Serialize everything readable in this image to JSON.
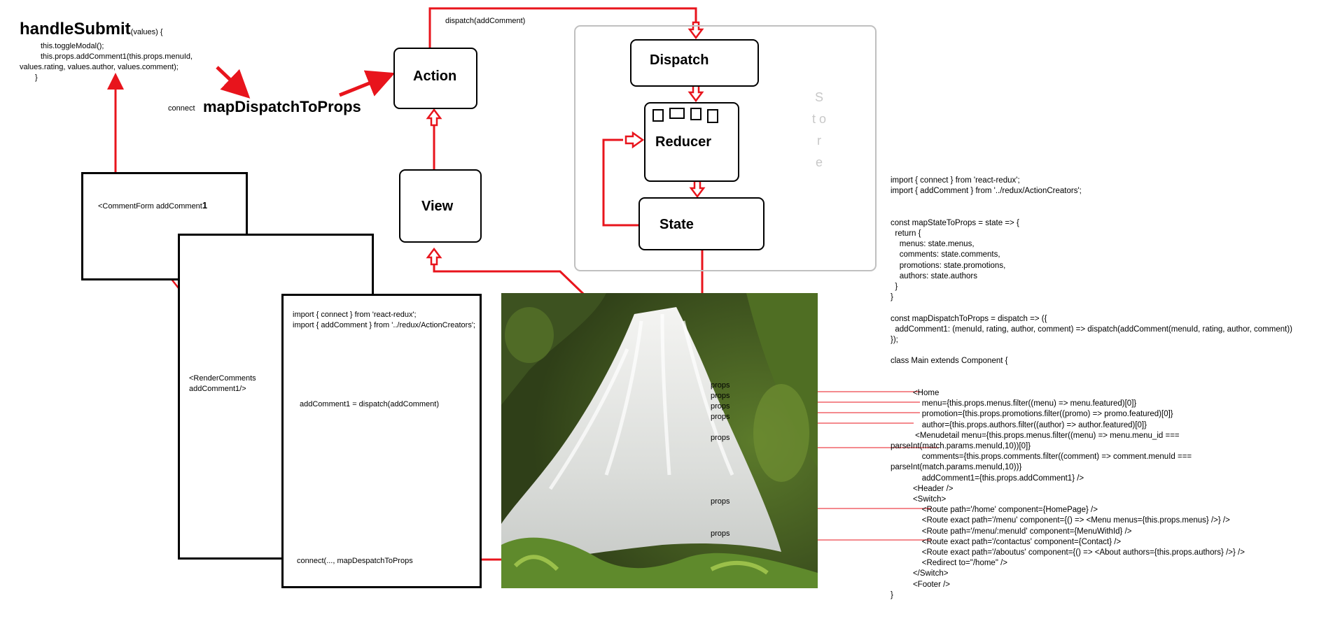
{
  "handle_submit": {
    "title": "handleSubmit",
    "args": "(values) {",
    "lines": [
      "this.toggleModal();",
      "this.props.addComment1(this.props.menuId,",
      "values.rating, values.author, values.comment);",
      "}"
    ]
  },
  "connect_small": "connect",
  "map_dispatch_label": "mapDispatchToProps",
  "dispatch_add_comment": "dispatch(addComment)",
  "nodes": {
    "action": "Action",
    "view": "View",
    "dispatch": "Dispatch",
    "reducer": "Reducer",
    "state": "State"
  },
  "store_label": "S t o r e",
  "comment_form": {
    "text": "<CommentForm addComment",
    "suffix": "1"
  },
  "render_comments": {
    "line1": "<RenderComments",
    "line2": "addComment1/>"
  },
  "inner_code": {
    "import1": "import { connect } from 'react-redux';",
    "import2": "import { addComment } from '../redux/ActionCreators';",
    "assign": "addComment1 = dispatch(addComment)",
    "connect": "connect(..., mapDespatchToProps"
  },
  "props_label": "props",
  "main_code": {
    "lines": [
      "import { connect } from 'react-redux';",
      "import { addComment } from '../redux/ActionCreators';",
      "",
      "",
      "const mapStateToProps = state => {",
      "  return {",
      "    menus: state.menus,",
      "    comments: state.comments,",
      "    promotions: state.promotions,",
      "    authors: state.authors",
      "  }",
      "}",
      "",
      "const mapDispatchToProps = dispatch => ({",
      "  addComment1: (menuId, rating, author, comment) => dispatch(addComment(menuId, rating, author, comment))",
      "});",
      "",
      "class Main extends Component {",
      "",
      "",
      "          <Home",
      "              menu={this.props.menus.filter((menu) => menu.featured)[0]}",
      "              promotion={this.props.promotions.filter((promo) => promo.featured)[0]}",
      "              author={this.props.authors.filter((author) => author.featured)[0]}",
      "           <Menudetail menu={this.props.menus.filter((menu) => menu.menu_id ===",
      "parseInt(match.params.menuId,10))[0]}",
      "              comments={this.props.comments.filter((comment) => comment.menuId ===",
      "parseInt(match.params.menuId,10))}",
      "              addComment1={this.props.addComment1} />",
      "          <Header />",
      "          <Switch>",
      "              <Route path='/home' component={HomePage} />",
      "              <Route exact path='/menu' component={() => <Menu menus={this.props.menus} />} />",
      "              <Route path='/menu/:menuId' component={MenuWithId} />",
      "              <Route exact path='/contactus' component={Contact} />",
      "              <Route exact path='/aboutus' component={() => <About authors={this.props.authors} />} />",
      "              <Redirect to=\"/home\" />",
      "          </Switch>",
      "          <Footer />",
      "}"
    ]
  },
  "colors": {
    "arrow": "#e8141c",
    "store_border": "#c0c0c0",
    "store_text": "#c8c8c8"
  }
}
